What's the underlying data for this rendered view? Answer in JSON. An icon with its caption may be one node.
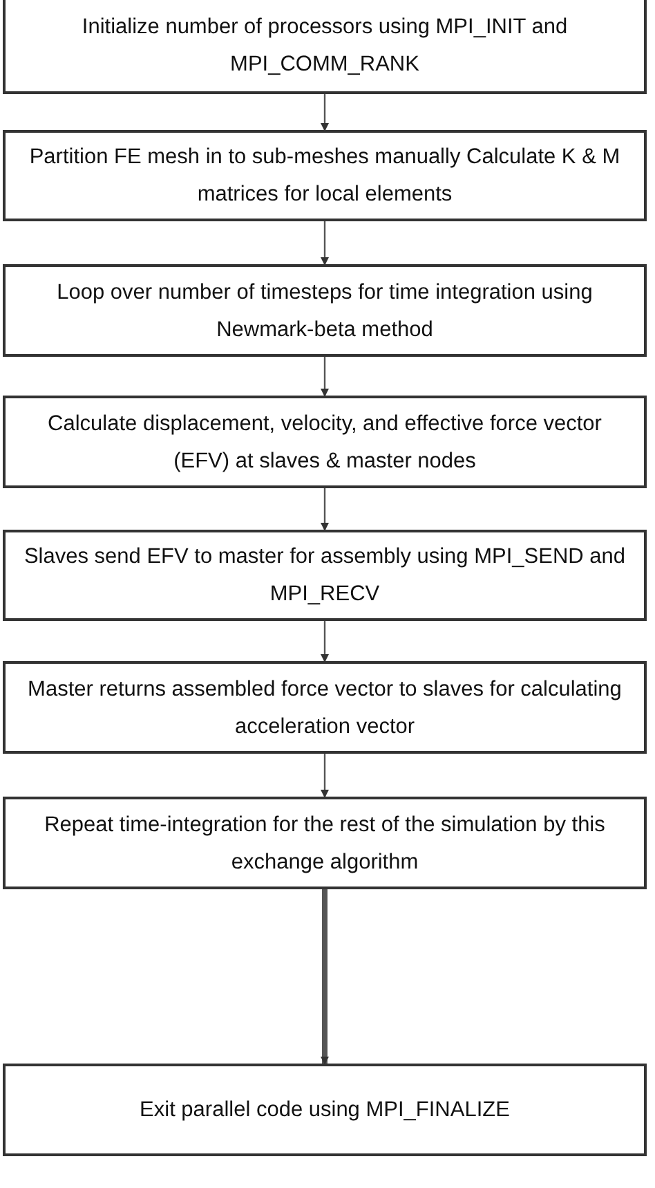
{
  "diagram": {
    "nodes": [
      {
        "text": [
          "Initialize number of processors using MPI_INIT and MPI_COMM_RANK"
        ]
      },
      {
        "text": [
          "Partition FE mesh in to sub-meshes manually Calculate K & M matrices for local elements"
        ]
      },
      {
        "text": [
          "Loop over number of timesteps for time integration using Newmark-beta method"
        ]
      },
      {
        "text": [
          "Calculate displacement, velocity, and effective force vector (EFV) at slaves & master nodes"
        ]
      },
      {
        "text": [
          "Slaves send EFV to master for assembly using MPI_SEND and MPI_RECV"
        ]
      },
      {
        "text": [
          "Master returns assembled force vector to slaves for calculating acceleration vector"
        ]
      },
      {
        "text": [
          "Repeat time-integration for the rest of the simulation by this exchange algorithm"
        ]
      },
      {
        "text": [
          "Exit parallel code using MPI_FINALIZE"
        ]
      }
    ],
    "edges": [
      {
        "from": 0,
        "to": 1,
        "arrow": "to"
      },
      {
        "from": 1,
        "to": 2,
        "arrow": "to"
      },
      {
        "from": 2,
        "to": 3,
        "arrow": "to"
      },
      {
        "from": 3,
        "to": 4,
        "arrow": "to"
      },
      {
        "from": 4,
        "to": 5,
        "arrow": "to"
      },
      {
        "from": 5,
        "to": 6,
        "arrow": "to"
      },
      {
        "from": 6,
        "to": 7,
        "arrow": "to",
        "style": "thick"
      }
    ]
  }
}
